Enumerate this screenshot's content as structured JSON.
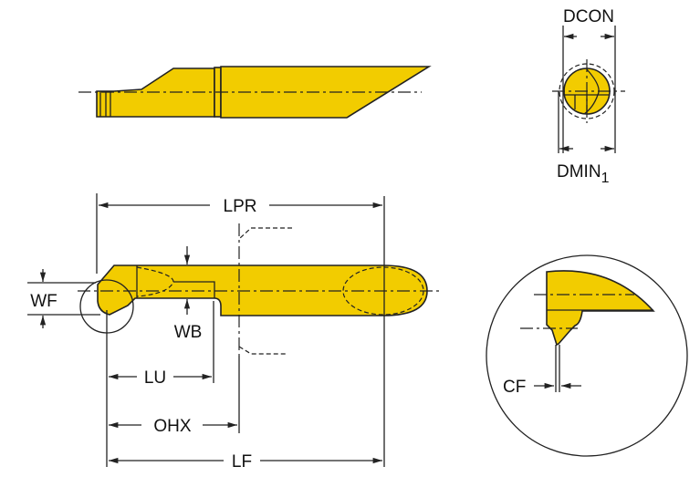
{
  "colors": {
    "tool": "#f2cc00",
    "line": "#222222"
  },
  "labels": {
    "dcon": "DCON",
    "dmin": "DMIN",
    "dmin_sub": "1",
    "lpr": "LPR",
    "wf": "WF",
    "wb": "WB",
    "lu": "LU",
    "ohx": "OHX",
    "lf": "LF",
    "cf": "CF"
  }
}
